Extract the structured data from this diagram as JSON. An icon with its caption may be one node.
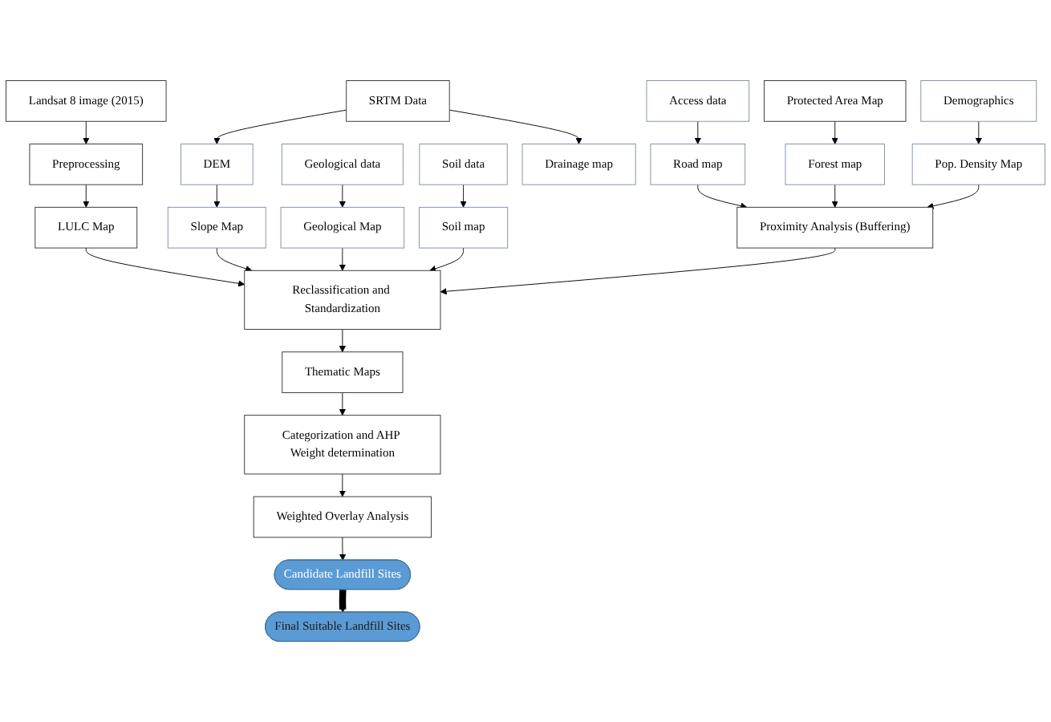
{
  "diagram": {
    "nodes": [
      {
        "text": [
          "Landsat 8 image (2015)"
        ]
      },
      {
        "text": [
          "SRTM Data"
        ]
      },
      {
        "text": [
          "Geological data"
        ]
      },
      {
        "text": [
          "Soil data"
        ]
      },
      {
        "text": [
          "Access data"
        ]
      },
      {
        "text": [
          "Protected Area Map"
        ]
      },
      {
        "text": [
          "Demographics"
        ]
      },
      {
        "text": [
          "Preprocessing"
        ]
      },
      {
        "text": [
          "DEM"
        ]
      },
      {
        "text": [
          "Drainage map"
        ]
      },
      {
        "text": [
          "LULC Map"
        ]
      },
      {
        "text": [
          "Slope Map"
        ]
      },
      {
        "text": [
          "Geological Map"
        ]
      },
      {
        "text": [
          "Soil map"
        ]
      },
      {
        "text": [
          "Road map"
        ]
      },
      {
        "text": [
          "Forest map"
        ]
      },
      {
        "text": [
          "Pop. Density Map"
        ]
      },
      {
        "text": [
          "Reclassification and Standardization"
        ]
      },
      {
        "text": [
          "Proximity Analysis (Buffering)"
        ]
      },
      {
        "text": [
          "Thematic Maps"
        ]
      },
      {
        "text": [
          "Categorization and AHP Weight determination"
        ]
      },
      {
        "text": [
          "Weighted Overlay Analysis"
        ]
      },
      {
        "text": [
          "Candidate Landfill Sites"
        ]
      },
      {
        "text": [
          "Final Suitable Landfill Sites"
        ]
      }
    ],
    "edges": [
      {
        "from": 0,
        "to": 7,
        "arrow": "to"
      },
      {
        "from": 7,
        "to": 10,
        "arrow": "to"
      },
      {
        "from": 1,
        "to": 8,
        "arrow": "to"
      },
      {
        "from": 1,
        "to": 9,
        "arrow": "to"
      },
      {
        "from": 8,
        "to": 11,
        "arrow": "to"
      },
      {
        "from": 2,
        "to": 12,
        "arrow": "to"
      },
      {
        "from": 3,
        "to": 13,
        "arrow": "to"
      },
      {
        "from": 4,
        "to": 14,
        "arrow": "to"
      },
      {
        "from": 5,
        "to": 15,
        "arrow": "to"
      },
      {
        "from": 6,
        "to": 16,
        "arrow": "to"
      },
      {
        "from": 10,
        "to": 17,
        "arrow": "to"
      },
      {
        "from": 11,
        "to": 17,
        "arrow": "to"
      },
      {
        "from": 12,
        "to": 17,
        "arrow": "to"
      },
      {
        "from": 13,
        "to": 17,
        "arrow": "to"
      },
      {
        "from": 14,
        "to": 18,
        "arrow": "to"
      },
      {
        "from": 15,
        "to": 18,
        "arrow": "to"
      },
      {
        "from": 16,
        "to": 18,
        "arrow": "to"
      },
      {
        "from": 18,
        "to": 17,
        "arrow": "to"
      },
      {
        "from": 17,
        "to": 19,
        "arrow": "to"
      },
      {
        "from": 19,
        "to": 20,
        "arrow": "to"
      },
      {
        "from": 20,
        "to": 21,
        "arrow": "to"
      },
      {
        "from": 21,
        "to": 22,
        "arrow": "to"
      },
      {
        "from": 22,
        "to": 23,
        "arrow": "to",
        "style": "thick"
      }
    ]
  }
}
